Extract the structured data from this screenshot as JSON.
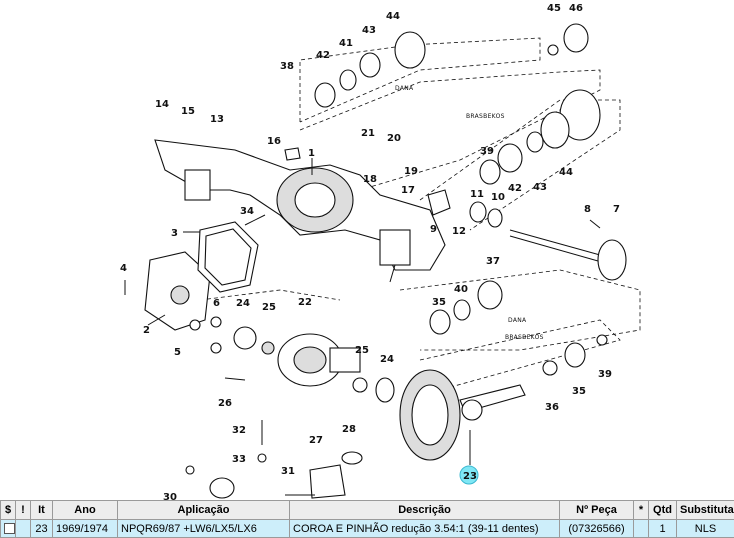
{
  "diagram": {
    "callouts": [
      "1",
      "2",
      "3",
      "4",
      "5",
      "6",
      "7",
      "8",
      "9",
      "10",
      "11",
      "12",
      "13",
      "14",
      "15",
      "16",
      "17",
      "18",
      "19",
      "20",
      "21",
      "22",
      "23",
      "24",
      "24",
      "25",
      "25",
      "26",
      "27",
      "28",
      "30",
      "31",
      "32",
      "33",
      "34",
      "35",
      "35",
      "36",
      "37",
      "38",
      "39",
      "39",
      "40",
      "41",
      "42",
      "42",
      "43",
      "43",
      "44",
      "44",
      "45",
      "46"
    ],
    "highlighted_callout": "23",
    "side_labels": {
      "dana_top": "DANA",
      "brasbekos_top": "BRASBEKOS",
      "dana_bottom": "DANA",
      "brasbekos_bottom": "BRASBEKOS"
    }
  },
  "table": {
    "headers": [
      "$",
      "!",
      "It",
      "Ano",
      "Aplicação",
      "Descrição",
      "Nº Peça",
      "*",
      "Qtd",
      "Substituta"
    ],
    "rows": [
      {
        "it": "23",
        "ano": "1969/1974",
        "aplicacao": "NPQR69/87 +LW6/LX5/LX6",
        "descricao": "COROA E PINHÃO redução 3.54:1 (39-11 dentes)",
        "peca": "(07326566)",
        "star": "",
        "qtd": "1",
        "substituta": "NLS"
      }
    ]
  }
}
